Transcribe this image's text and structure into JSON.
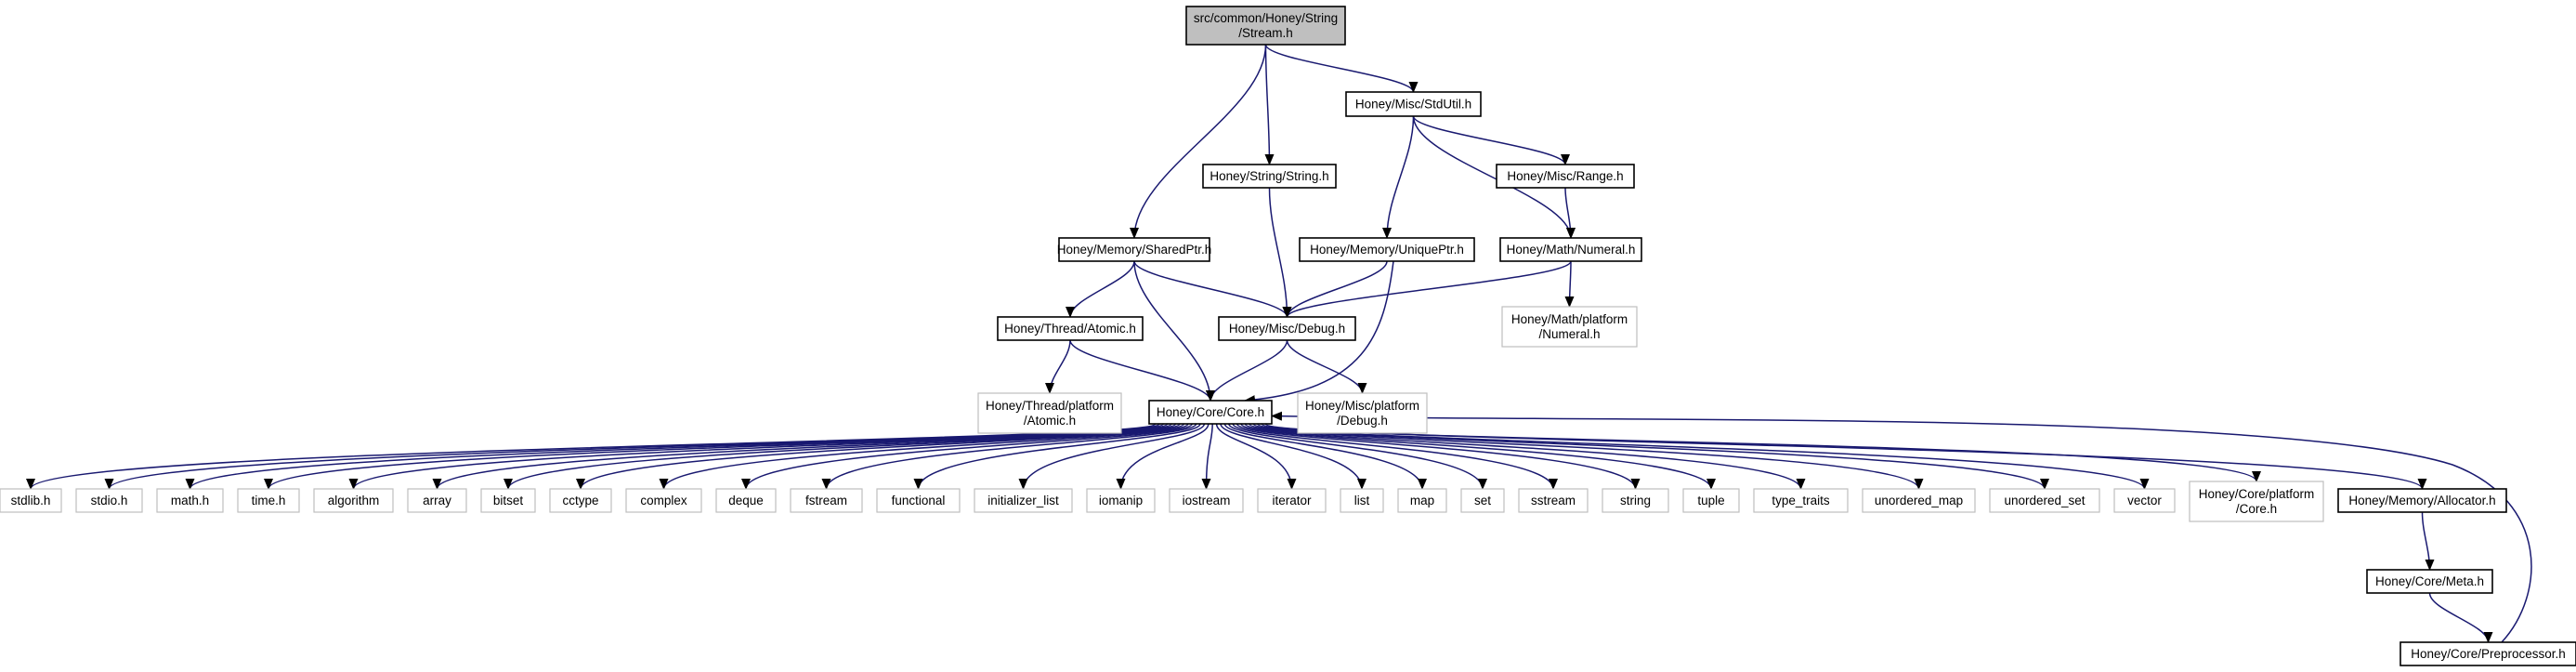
{
  "nodes": {
    "root": [
      "src/common/Honey/String",
      "/Stream.h"
    ],
    "stdutil": [
      "Honey/Misc/StdUtil.h"
    ],
    "string": [
      "Honey/String/String.h"
    ],
    "range": [
      "Honey/Misc/Range.h"
    ],
    "sharedptr": [
      "Honey/Memory/SharedPtr.h"
    ],
    "uniqueptr": [
      "Honey/Memory/UniquePtr.h"
    ],
    "numeral": [
      "Honey/Math/Numeral.h"
    ],
    "atomic": [
      "Honey/Thread/Atomic.h"
    ],
    "debug": [
      "Honey/Misc/Debug.h"
    ],
    "numeral_plat": [
      "Honey/Math/platform",
      "/Numeral.h"
    ],
    "atomic_plat": [
      "Honey/Thread/platform",
      "/Atomic.h"
    ],
    "core": [
      "Honey/Core/Core.h"
    ],
    "debug_plat": [
      "Honey/Misc/platform",
      "/Debug.h"
    ],
    "stdlib": [
      "stdlib.h"
    ],
    "stdio": [
      "stdio.h"
    ],
    "math": [
      "math.h"
    ],
    "time": [
      "time.h"
    ],
    "algorithm": [
      "algorithm"
    ],
    "array": [
      "array"
    ],
    "bitset": [
      "bitset"
    ],
    "cctype": [
      "cctype"
    ],
    "complex": [
      "complex"
    ],
    "deque": [
      "deque"
    ],
    "fstream": [
      "fstream"
    ],
    "functional": [
      "functional"
    ],
    "initializer_list": [
      "initializer_list"
    ],
    "iomanip": [
      "iomanip"
    ],
    "iostream": [
      "iostream"
    ],
    "iterator": [
      "iterator"
    ],
    "list": [
      "list"
    ],
    "map": [
      "map"
    ],
    "set": [
      "set"
    ],
    "sstream": [
      "sstream"
    ],
    "strng": [
      "string"
    ],
    "tuple": [
      "tuple"
    ],
    "type_traits": [
      "type_traits"
    ],
    "unordered_map": [
      "unordered_map"
    ],
    "unordered_set": [
      "unordered_set"
    ],
    "vector": [
      "vector"
    ],
    "core_plat": [
      "Honey/Core/platform",
      "/Core.h"
    ],
    "allocator": [
      "Honey/Memory/Allocator.h"
    ],
    "meta": [
      "Honey/Core/Meta.h"
    ],
    "preproc": [
      "Honey/Core/Preprocessor.h"
    ]
  },
  "edges": [
    [
      "root",
      "stdutil"
    ],
    [
      "root",
      "string"
    ],
    [
      "root",
      "sharedptr"
    ],
    [
      "stdutil",
      "range"
    ],
    [
      "stdutil",
      "uniqueptr"
    ],
    [
      "stdutil",
      "numeral"
    ],
    [
      "range",
      "numeral"
    ],
    [
      "string",
      "debug"
    ],
    [
      "sharedptr",
      "atomic"
    ],
    [
      "sharedptr",
      "debug"
    ],
    [
      "sharedptr",
      "core"
    ],
    [
      "uniqueptr",
      "debug"
    ],
    [
      "uniqueptr",
      "core"
    ],
    [
      "numeral",
      "debug"
    ],
    [
      "numeral",
      "numeral_plat"
    ],
    [
      "atomic",
      "atomic_plat"
    ],
    [
      "atomic",
      "core"
    ],
    [
      "debug",
      "core"
    ],
    [
      "debug",
      "debug_plat"
    ],
    [
      "core",
      "stdlib"
    ],
    [
      "core",
      "stdio"
    ],
    [
      "core",
      "math"
    ],
    [
      "core",
      "time"
    ],
    [
      "core",
      "algorithm"
    ],
    [
      "core",
      "array"
    ],
    [
      "core",
      "bitset"
    ],
    [
      "core",
      "cctype"
    ],
    [
      "core",
      "complex"
    ],
    [
      "core",
      "deque"
    ],
    [
      "core",
      "fstream"
    ],
    [
      "core",
      "functional"
    ],
    [
      "core",
      "initializer_list"
    ],
    [
      "core",
      "iomanip"
    ],
    [
      "core",
      "iostream"
    ],
    [
      "core",
      "iterator"
    ],
    [
      "core",
      "list"
    ],
    [
      "core",
      "map"
    ],
    [
      "core",
      "set"
    ],
    [
      "core",
      "sstream"
    ],
    [
      "core",
      "strng"
    ],
    [
      "core",
      "tuple"
    ],
    [
      "core",
      "type_traits"
    ],
    [
      "core",
      "unordered_map"
    ],
    [
      "core",
      "unordered_set"
    ],
    [
      "core",
      "vector"
    ],
    [
      "core",
      "core_plat"
    ],
    [
      "core",
      "allocator"
    ],
    [
      "allocator",
      "meta"
    ],
    [
      "meta",
      "preproc"
    ],
    [
      "preproc",
      "core"
    ]
  ]
}
